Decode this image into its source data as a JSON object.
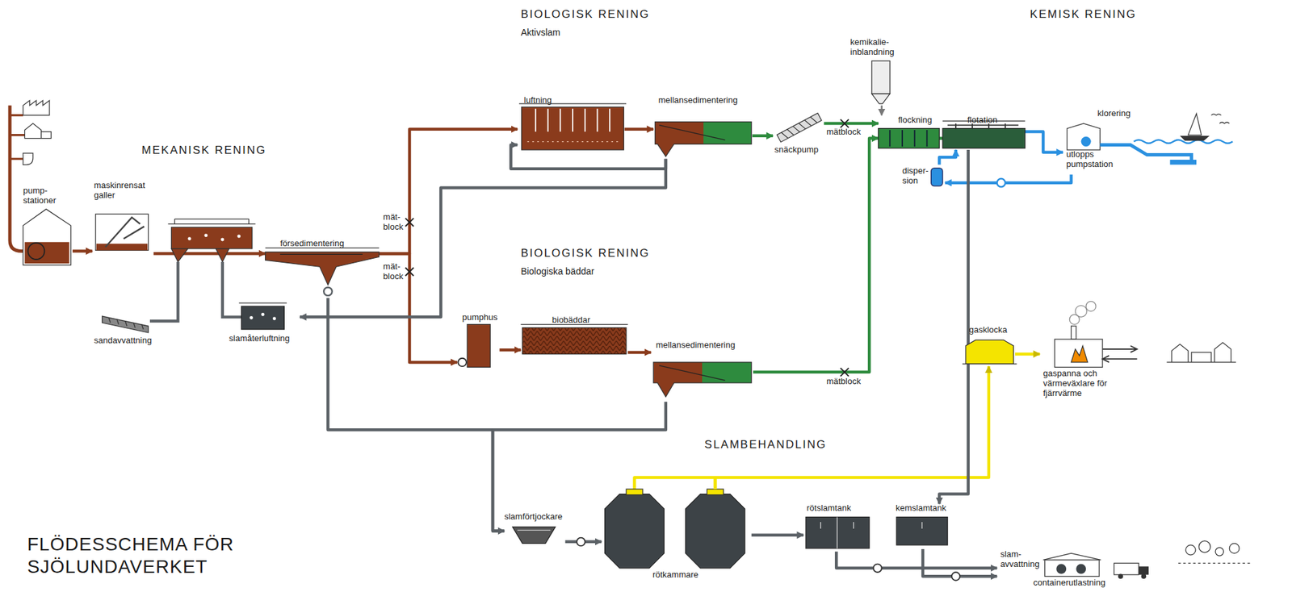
{
  "diagram": {
    "title": "FLÖDESSCHEMA FÖR SJÖLUNDAVERKET",
    "nodes": [
      {
        "text": [
          "pump-stationer"
        ]
      },
      {
        "text": [
          "maskinrensat galler"
        ]
      },
      {
        "text": [
          "försedimentering"
        ]
      },
      {
        "text": [
          "sandavvattning"
        ]
      },
      {
        "text": [
          "slamåterluftning"
        ]
      },
      {
        "text": [
          "luftning"
        ]
      },
      {
        "text": [
          "mellansedimentering"
        ]
      },
      {
        "text": [
          "snäckpump"
        ]
      },
      {
        "text": [
          "kemikalie-inblandning"
        ]
      },
      {
        "text": [
          "flockning"
        ]
      },
      {
        "text": [
          "flotation"
        ]
      },
      {
        "text": [
          "disper-sion"
        ]
      },
      {
        "text": [
          "utlopps pumpstation",
          "klorering"
        ]
      },
      {
        "text": [
          "pumphus"
        ]
      },
      {
        "text": [
          "biobäddar"
        ]
      },
      {
        "text": [
          "mellansedimentering"
        ]
      },
      {
        "text": [
          "gasklocka"
        ]
      },
      {
        "text": [
          "gaspanna och värmeväxlare för fjärrvärme"
        ]
      },
      {
        "text": [
          "slamförtjockare"
        ]
      },
      {
        "text": [
          "rötkammare"
        ]
      },
      {
        "text": [
          "rötslamtank"
        ]
      },
      {
        "text": [
          "kemslamtank"
        ]
      },
      {
        "text": [
          "slam-avvattning",
          "containerutlastning"
        ]
      }
    ],
    "edges": [
      {
        "from": 0,
        "to": 1,
        "arrow": "to"
      },
      {
        "from": 1,
        "to": 2,
        "arrow": "to"
      },
      {
        "from": 2,
        "to": 5,
        "arrow": "to"
      },
      {
        "from": 2,
        "to": 13,
        "arrow": "to"
      },
      {
        "from": 5,
        "to": 6,
        "arrow": "to"
      },
      {
        "from": 6,
        "to": 7,
        "arrow": "to"
      },
      {
        "from": 7,
        "to": 9,
        "arrow": "to"
      },
      {
        "from": 13,
        "to": 14,
        "arrow": "to"
      },
      {
        "from": 14,
        "to": 15,
        "arrow": "to"
      },
      {
        "from": 15,
        "to": 9,
        "arrow": "to"
      },
      {
        "from": 8,
        "to": 9,
        "arrow": "to"
      },
      {
        "from": 9,
        "to": 10,
        "arrow": "none"
      },
      {
        "from": 10,
        "to": 12,
        "arrow": "to"
      },
      {
        "from": 12,
        "to": 11,
        "arrow": "to"
      },
      {
        "from": 11,
        "to": 10,
        "arrow": "to"
      },
      {
        "from": 6,
        "to": 5,
        "arrow": "to"
      },
      {
        "from": 6,
        "to": 4,
        "arrow": "to"
      },
      {
        "from": 2,
        "to": 18,
        "arrow": "to"
      },
      {
        "from": 15,
        "to": 18,
        "arrow": "to"
      },
      {
        "from": 18,
        "to": 19,
        "arrow": "to"
      },
      {
        "from": 19,
        "to": 16,
        "arrow": "to"
      },
      {
        "from": 16,
        "to": 17,
        "arrow": "to"
      },
      {
        "from": 19,
        "to": 20,
        "arrow": "to"
      },
      {
        "from": 10,
        "to": 21,
        "arrow": "to"
      },
      {
        "from": 20,
        "to": 22,
        "arrow": "to"
      },
      {
        "from": 21,
        "to": 22,
        "arrow": "to"
      }
    ],
    "labels": [
      "MEKANISK RENING",
      "BIOLOGISK RENING",
      "Aktivslam",
      "KEMISK RENING",
      "mät-block",
      "mät-block",
      "mätblock",
      "BIOLOGISK RENING",
      "Biologiska bäddar",
      "mätblock",
      "SLAMBEHANDLING"
    ]
  }
}
